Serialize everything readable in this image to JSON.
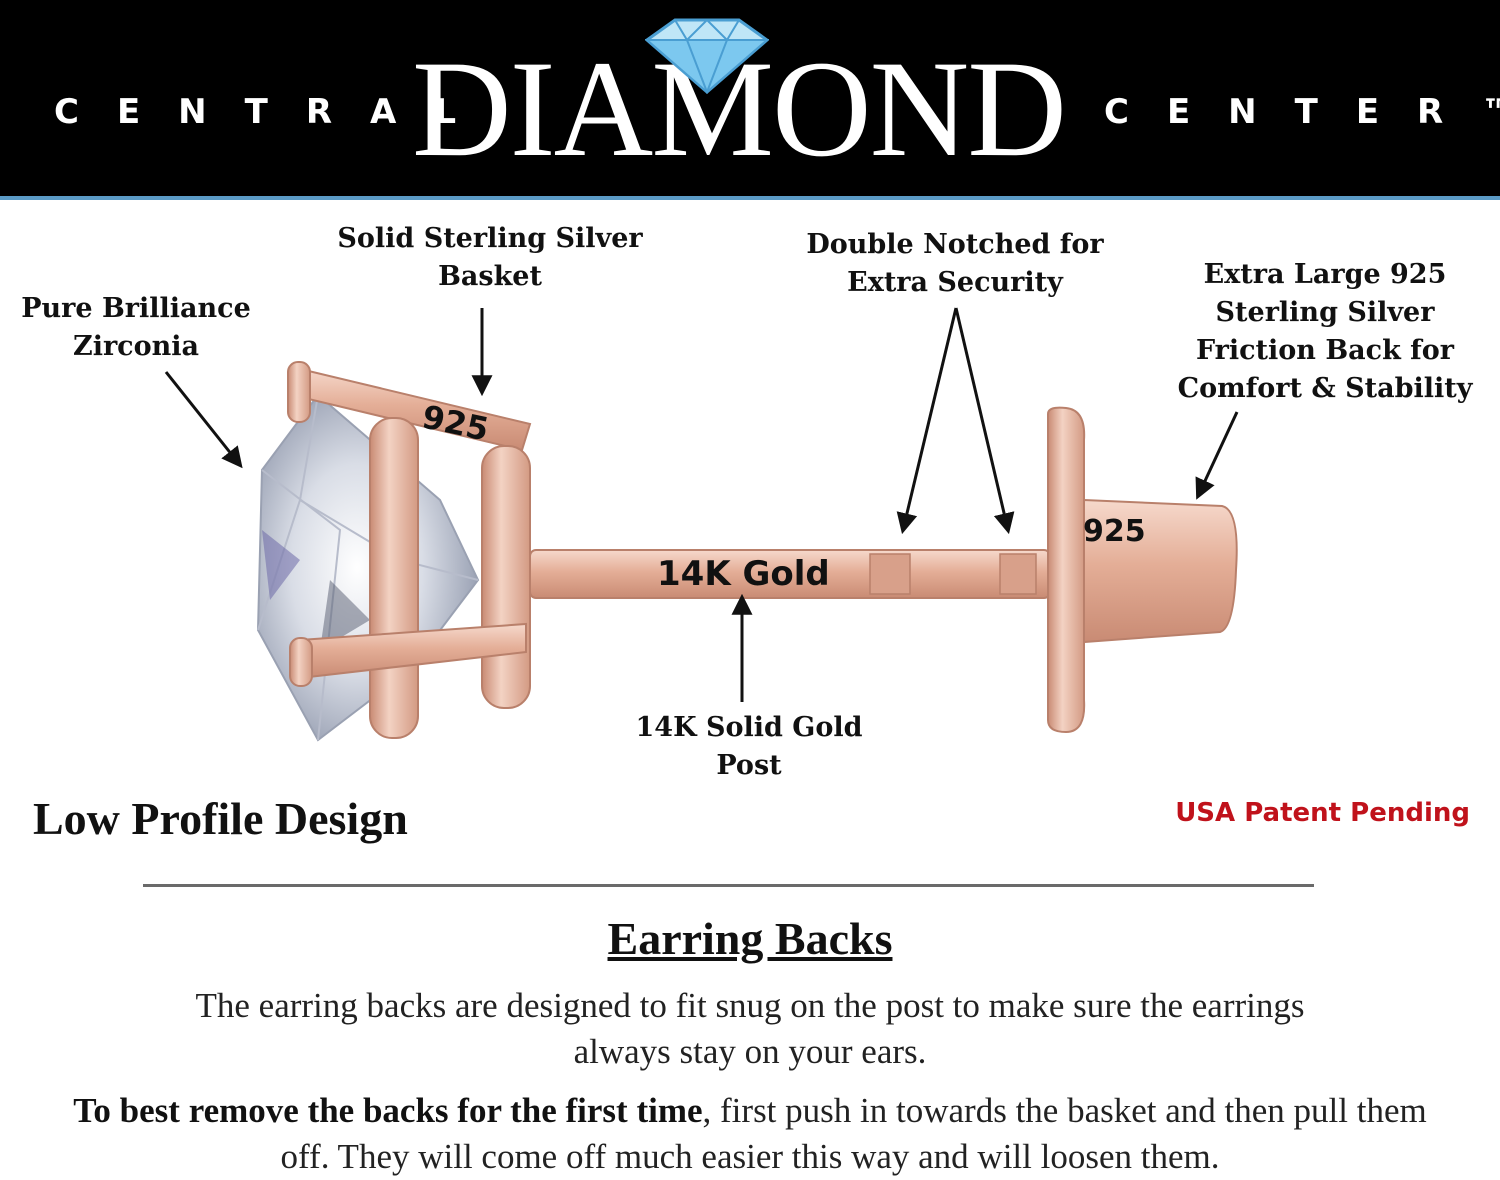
{
  "header": {
    "brand_left": "CENTRAL",
    "brand_main": "DIAMOND",
    "brand_right": "CENTER™",
    "accent_color": "#5b9bc6",
    "logo_icon": "diamond-gem-icon"
  },
  "diagram": {
    "callouts": {
      "zirconia": [
        "Pure Brilliance",
        "Zirconia"
      ],
      "basket": [
        "Solid Sterling Silver",
        "Basket"
      ],
      "notched": [
        "Double Notched for",
        "Extra Security"
      ],
      "friction_back": [
        "Extra Large 925",
        "Sterling Silver",
        "Friction Back for",
        "Comfort & Stability"
      ],
      "post": [
        "14K Solid Gold",
        "Post"
      ]
    },
    "stamps": {
      "basket_stamp": "925",
      "back_stamp": "925",
      "post_stamp": "14K Gold"
    },
    "metal_color": "#e8b8a4"
  },
  "profile_label": "Low Profile Design",
  "patent_label": "USA Patent Pending",
  "patent_color": "#c0121b",
  "earring_backs": {
    "title": "Earring Backs",
    "paragraph1": "The earring backs are designed to fit snug on the post to make sure the earrings always stay on your ears.",
    "paragraph2_bold": "To best remove the backs for the first time",
    "paragraph2_rest": ", first push in towards the basket and then pull them off. They will come off much easier this way and will loosen them."
  }
}
